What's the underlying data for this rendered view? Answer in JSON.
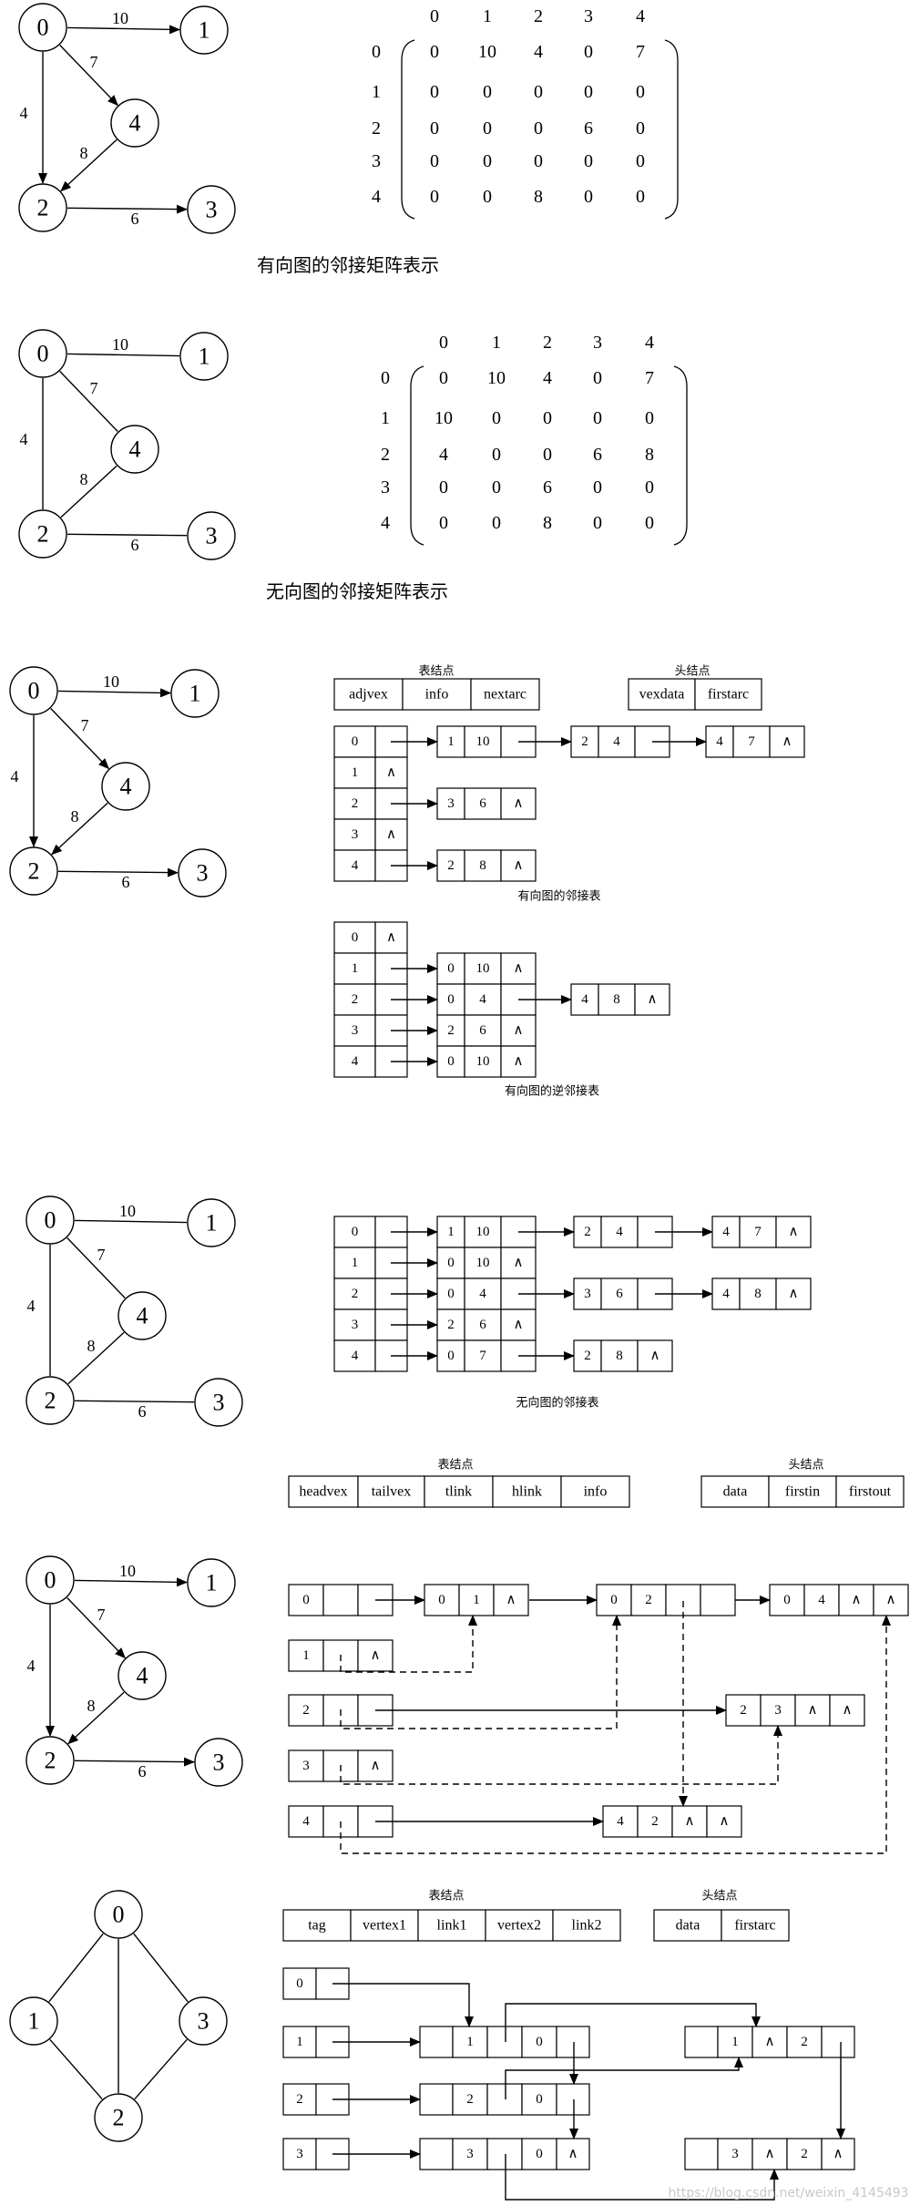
{
  "symbols": {
    "null": "∧"
  },
  "graphs": {
    "directed": {
      "nodes": [
        "0",
        "1",
        "2",
        "3",
        "4"
      ],
      "edges": [
        {
          "from": "0",
          "to": "1",
          "weight": "10"
        },
        {
          "from": "0",
          "to": "4",
          "weight": "7"
        },
        {
          "from": "0",
          "to": "2",
          "weight": "4"
        },
        {
          "from": "4",
          "to": "2",
          "weight": "8"
        },
        {
          "from": "2",
          "to": "3",
          "weight": "6"
        }
      ]
    },
    "undirected": {
      "nodes": [
        "0",
        "1",
        "2",
        "3",
        "4"
      ],
      "edges": [
        {
          "a": "0",
          "b": "1",
          "weight": "10"
        },
        {
          "a": "0",
          "b": "4",
          "weight": "7"
        },
        {
          "a": "0",
          "b": "2",
          "weight": "4"
        },
        {
          "a": "4",
          "b": "2",
          "weight": "8"
        },
        {
          "a": "2",
          "b": "3",
          "weight": "6"
        }
      ]
    },
    "diamond": {
      "nodes": [
        "0",
        "1",
        "2",
        "3"
      ],
      "edges": [
        [
          "0",
          "1"
        ],
        [
          "0",
          "3"
        ],
        [
          "0",
          "2"
        ],
        [
          "1",
          "2"
        ],
        [
          "3",
          "2"
        ]
      ]
    }
  },
  "matrix_directed": {
    "col_headers": [
      "0",
      "1",
      "2",
      "3",
      "4"
    ],
    "row_headers": [
      "0",
      "1",
      "2",
      "3",
      "4"
    ],
    "rows": [
      [
        "0",
        "10",
        "4",
        "0",
        "7"
      ],
      [
        "0",
        "0",
        "0",
        "0",
        "0"
      ],
      [
        "0",
        "0",
        "0",
        "6",
        "0"
      ],
      [
        "0",
        "0",
        "0",
        "0",
        "0"
      ],
      [
        "0",
        "0",
        "8",
        "0",
        "0"
      ]
    ],
    "caption": "有向图的邻接矩阵表示"
  },
  "matrix_undirected": {
    "col_headers": [
      "0",
      "1",
      "2",
      "3",
      "4"
    ],
    "row_headers": [
      "0",
      "1",
      "2",
      "3",
      "4"
    ],
    "rows": [
      [
        "0",
        "10",
        "4",
        "0",
        "7"
      ],
      [
        "10",
        "0",
        "0",
        "0",
        "0"
      ],
      [
        "4",
        "0",
        "0",
        "6",
        "8"
      ],
      [
        "0",
        "0",
        "6",
        "0",
        "0"
      ],
      [
        "0",
        "0",
        "8",
        "0",
        "0"
      ]
    ],
    "caption": "无向图的邻接矩阵表示"
  },
  "adjacency_list": {
    "edge_node_title": "表结点",
    "edge_node_fields": [
      "adjvex",
      "info",
      "nextarc"
    ],
    "head_node_title": "头结点",
    "head_node_fields": [
      "vexdata",
      "firstarc"
    ],
    "directed": {
      "heads": [
        [
          "0",
          ""
        ],
        [
          "1",
          "∧"
        ],
        [
          "2",
          ""
        ],
        [
          "3",
          "∧"
        ],
        [
          "4",
          ""
        ]
      ],
      "chains": [
        [
          [
            "1",
            "10",
            ""
          ],
          [
            "2",
            "4",
            ""
          ],
          [
            "4",
            "7",
            "∧"
          ]
        ],
        [],
        [
          [
            "3",
            "6",
            "∧"
          ]
        ],
        [],
        [
          [
            "2",
            "8",
            "∧"
          ]
        ]
      ],
      "caption": "有向图的邻接表"
    },
    "inverse": {
      "heads": [
        [
          "0",
          "∧"
        ],
        [
          "1",
          ""
        ],
        [
          "2",
          ""
        ],
        [
          "3",
          ""
        ],
        [
          "4",
          ""
        ]
      ],
      "chains": [
        [],
        [
          [
            "0",
            "10",
            "∧"
          ]
        ],
        [
          [
            "0",
            "4",
            ""
          ],
          [
            "4",
            "8",
            "∧"
          ]
        ],
        [
          [
            "2",
            "6",
            "∧"
          ]
        ],
        [
          [
            "0",
            "10",
            "∧"
          ]
        ]
      ],
      "caption": "有向图的逆邻接表"
    },
    "undirected": {
      "heads": [
        [
          "0",
          ""
        ],
        [
          "1",
          ""
        ],
        [
          "2",
          ""
        ],
        [
          "3",
          ""
        ],
        [
          "4",
          ""
        ]
      ],
      "chains": [
        [
          [
            "1",
            "10",
            ""
          ],
          [
            "2",
            "4",
            ""
          ],
          [
            "4",
            "7",
            "∧"
          ]
        ],
        [
          [
            "0",
            "10",
            "∧"
          ]
        ],
        [
          [
            "0",
            "4",
            ""
          ],
          [
            "3",
            "6",
            ""
          ],
          [
            "4",
            "8",
            "∧"
          ]
        ],
        [
          [
            "2",
            "6",
            "∧"
          ]
        ],
        [
          [
            "0",
            "7",
            ""
          ],
          [
            "2",
            "8",
            "∧"
          ]
        ]
      ],
      "caption": "无向图的邻接表"
    }
  },
  "orthogonal_list": {
    "edge_node_title": "表结点",
    "edge_node_fields": [
      "headvex",
      "tailvex",
      "tlink",
      "hlink",
      "info"
    ],
    "head_node_title": "头结点",
    "head_node_fields": [
      "data",
      "firstin",
      "firstout"
    ],
    "heads": [
      "0",
      "1",
      "2",
      "3",
      "4"
    ],
    "nodes": [
      [
        "0",
        "1",
        "∧"
      ],
      [
        "0",
        "2",
        "",
        ""
      ],
      [
        "0",
        "4",
        "∧",
        "∧"
      ],
      [
        "2",
        "3",
        "∧",
        "∧"
      ],
      [
        "4",
        "2",
        "∧",
        "∧"
      ]
    ]
  },
  "multilist": {
    "edge_node_title": "表结点",
    "edge_node_fields": [
      "tag",
      "vertex1",
      "link1",
      "vertex2",
      "link2"
    ],
    "head_node_title": "头结点",
    "head_node_fields": [
      "data",
      "firstarc"
    ],
    "heads": [
      "0",
      "1",
      "2",
      "3"
    ],
    "nodes": [
      [
        "",
        "1",
        "",
        "0",
        ""
      ],
      [
        "",
        "2",
        "",
        "0",
        ""
      ],
      [
        "",
        "3",
        "",
        "0",
        "∧"
      ],
      [
        "",
        "1",
        "∧",
        "2",
        ""
      ],
      [
        "",
        "3",
        "∧",
        "2",
        "∧"
      ]
    ]
  },
  "watermark": "https://blog.csdn.net/weixin_41454937"
}
